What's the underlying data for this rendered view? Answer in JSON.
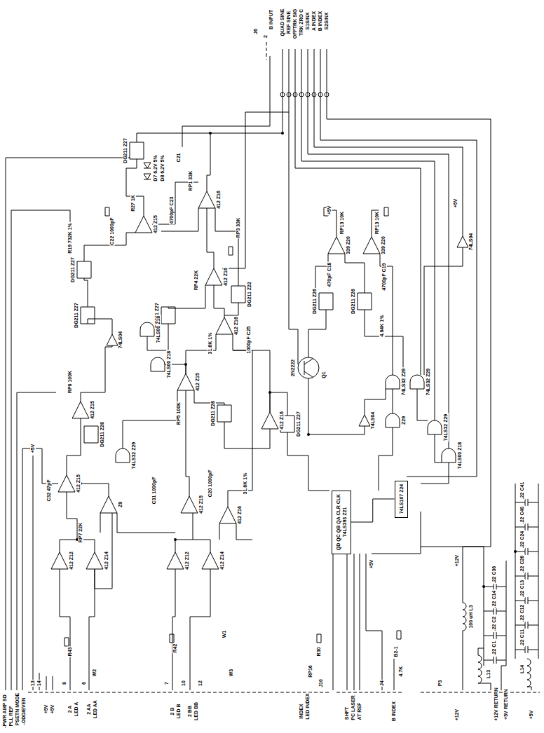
{
  "diagram": {
    "nodes": [
      {
        "text": [
          "QD QC QB QA CLR CLK",
          "74LS393 Z21"
        ]
      },
      {
        "text": [
          "74LS107 Z24"
        ]
      }
    ],
    "edges": [
      {
        "from": 1,
        "to": 0,
        "arrow": "none"
      }
    ],
    "labels": [
      "-PWR AMP SD",
      "PLL REF",
      "PSETN MODE",
      "-ODD/EVEN",
      "13",
      "14",
      "+5V",
      "+5V",
      "8",
      "2 A",
      "LED A",
      "6",
      "2 AA",
      "LED AA",
      "7",
      "2 B",
      "LED B",
      "10",
      "2 BB",
      "LED BB",
      "12",
      "INDEX",
      "LED INDEX",
      "J10",
      "SHFT",
      "PC LASER",
      "AT REF",
      "J4",
      "B INDEX",
      "P3",
      "+12V",
      "+12V RETURN",
      "+5V RETURN",
      "+5V",
      "J6",
      "2",
      "B INPUT",
      "QUAD SINE",
      "REF SINE",
      "OFFTRK SIG",
      "TRK ZRO C",
      "S1SINX",
      "A INDEX",
      "B INDEX",
      "S2SINX",
      "412 Z16",
      "412 Z15",
      "412 Z16",
      "412 Z16",
      "412 Z15",
      "412 Z16",
      "412 Z15",
      "412 Z15",
      "412 Z15",
      "412 Z16",
      "412 Z12",
      "412 Z14",
      "412 Z12",
      "412 Z14",
      "339 Z20",
      "339 Z20",
      "Z9",
      "74LS04",
      "74LS04",
      "74LS04",
      "DG211 Z27",
      "DG211 Z27",
      "DG211 Z27",
      "DG211 Z27",
      "DG211 Z22",
      "DG211 Z28",
      "DG211 Z28",
      "DG211 Z27",
      "DG211 Z26",
      "DG211 Z26",
      "74LS00 Z18",
      "74LS00 Z18",
      "74LS32 Z29",
      "74LS32 Z29",
      "74LS32 Z29",
      "Z29",
      "74LS32 Z29",
      "74LS00 Z18",
      "2N2222",
      "Q1",
      "R19 732K 1%",
      "C22 1000pF",
      "R27 1K",
      "4700pF C23",
      "D7 6.2V 5%",
      "D8 6.2V 5%",
      "C21",
      "RP1 33K",
      "RP3 33K",
      "RP4 22K",
      "31.6K 1%",
      "1000pF C25",
      "RP5 100K",
      "RP6 100K",
      "C32 47pF",
      "C31 1000pF",
      "C20 1000pF",
      "31.6K 1%",
      "RP7 22K",
      "R43",
      "R42",
      "R30",
      "RP16",
      "W1",
      "W3",
      "W2",
      "4.7K",
      "B2-1",
      "RP13 10K",
      "RP13 10K",
      "470pF C18",
      "4700pF C19",
      "4.64K 1%",
      "100 uH L3",
      "L13",
      "L14",
      ".22 C41",
      ".22 C40",
      ".22 C24",
      ".22 C26",
      ".22 C13",
      ".22 C12",
      ".22 C11",
      ".22 C36",
      ".22 C14",
      ".22 C2",
      ".22 C1",
      "+5V",
      "+5V",
      "+5V",
      "+12V",
      "+5V"
    ]
  }
}
